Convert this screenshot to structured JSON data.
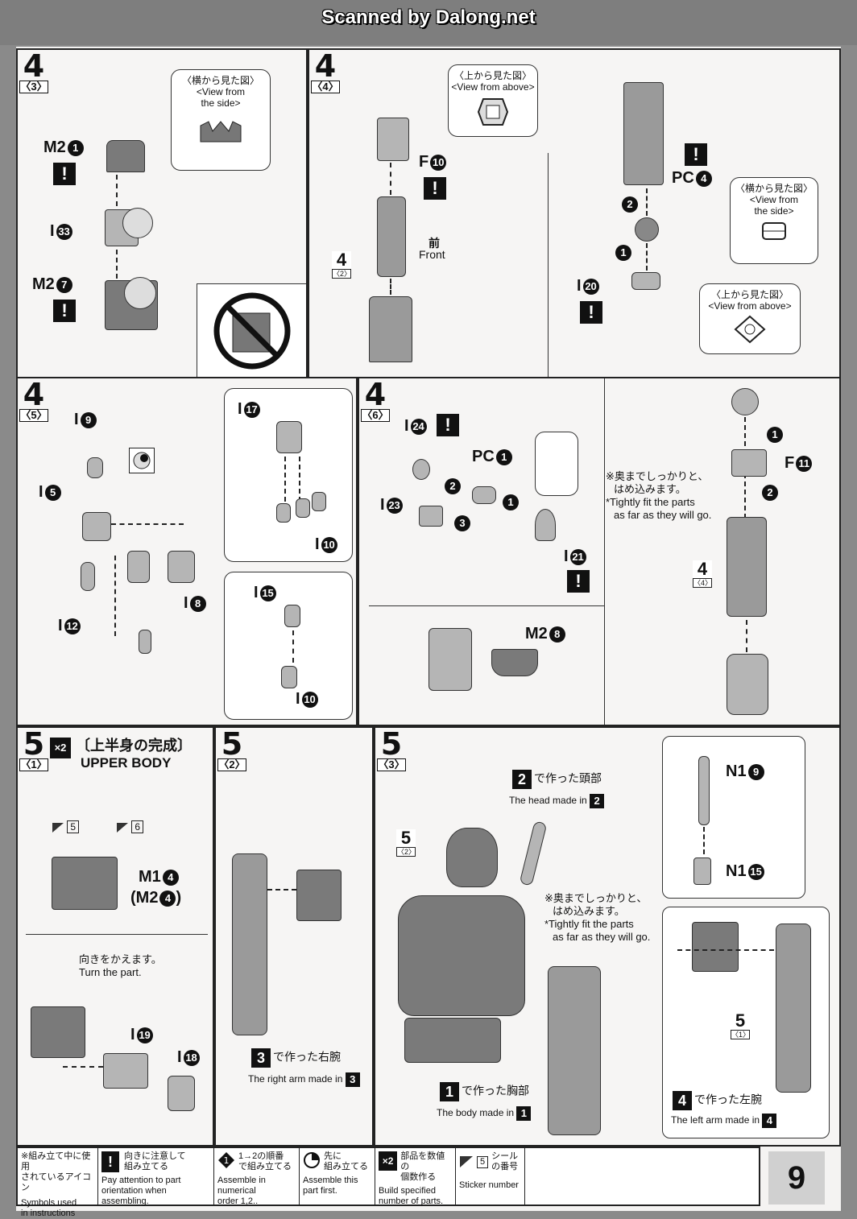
{
  "header": {
    "scan_credit": "Scanned by Dalong.net"
  },
  "p43": {
    "step": "4",
    "sub": "〈3〉",
    "view_side_jp": "〈横から見た図〉",
    "view_side_en1": "<View from",
    "view_side_en2": "the side>",
    "parts": {
      "m2a": "M2",
      "m2a_n": "1",
      "i33": "I",
      "i33_n": "33",
      "m2b": "M2",
      "m2b_n": "7"
    }
  },
  "p44": {
    "step": "4",
    "sub": "〈4〉",
    "view_above_jp": "〈上から見た図〉",
    "view_above_en": "<View from above>",
    "f10": "F",
    "f10_n": "10",
    "front_jp": "前",
    "front_en": "Front",
    "ref_n": "4",
    "ref_sub": "〈2〉",
    "pc4": "PC",
    "pc4_n": "4",
    "i20": "I",
    "i20_n": "20",
    "arrow1": "1",
    "arrow2": "2",
    "side_jp": "〈横から見た図〉",
    "side_en1": "<View from",
    "side_en2": "the side>",
    "above_jp": "〈上から見た図〉",
    "above_en": "<View from above>"
  },
  "p45": {
    "step": "4",
    "sub": "〈5〉",
    "i9": "I",
    "i9_n": "9",
    "i5": "I",
    "i5_n": "5",
    "i12": "I",
    "i12_n": "12",
    "i8": "I",
    "i8_n": "8",
    "i17": "I",
    "i17_n": "17",
    "i10a": "I",
    "i10a_n": "10",
    "i15": "I",
    "i15_n": "15",
    "i10b": "I",
    "i10b_n": "10"
  },
  "p46": {
    "step": "4",
    "sub": "〈6〉",
    "i24": "I",
    "i24_n": "24",
    "pc1": "PC",
    "pc1_n": "1",
    "i23": "I",
    "i23_n": "23",
    "i21": "I",
    "i21_n": "21",
    "m28": "M2",
    "m28_n": "8",
    "f11": "F",
    "f11_n": "11",
    "note_jp1": "※奥までしっかりと、",
    "note_jp2": "はめ込みます。",
    "note_en1": "*Tightly fit the parts",
    "note_en2": "as far as they will go.",
    "ref_n": "4",
    "ref_sub": "〈4〉",
    "a1": "1",
    "a2": "2",
    "a3": "3"
  },
  "p51": {
    "step": "5",
    "sub": "〈1〉",
    "x2": "×2",
    "title_jp": "〔上半身の完成〕",
    "title_en": "UPPER BODY",
    "sticker5": "5",
    "sticker6": "6",
    "m14": "M1",
    "m14_n": "4",
    "m24": "(M2",
    "m24_n": "4",
    "m24_close": ")",
    "turn_jp": "向きをかえます。",
    "turn_en": "Turn the part.",
    "i19": "I",
    "i19_n": "19",
    "i18": "I",
    "i18_n": "18"
  },
  "p52": {
    "step": "5",
    "sub": "〈2〉",
    "made_n": "3",
    "made_jp": "で作った右腕",
    "made_en": "The right arm made in",
    "made_en_n": "3"
  },
  "p53": {
    "step": "5",
    "sub": "〈3〉",
    "head_n": "2",
    "head_jp": "で作った頭部",
    "head_en": "The head made in",
    "head_en_n": "2",
    "ref_n": "5",
    "ref_sub": "〈2〉",
    "note_jp1": "※奥までしっかりと、",
    "note_jp2": "はめ込みます。",
    "note_en1": "*Tightly fit the parts",
    "note_en2": "as far as they will go.",
    "n19": "N1",
    "n19_n": "9",
    "n115": "N1",
    "n115_n": "15",
    "body_n": "1",
    "body_jp": "で作った胸部",
    "body_en": "The body made in",
    "body_en_n": "1",
    "ref5_n": "5",
    "ref5_sub": "〈1〉",
    "left_n": "4",
    "left_jp": "で作った左腕",
    "left_en": "The left arm made in",
    "left_en_n": "4"
  },
  "legend": {
    "intro_jp1": "※組み立て中に使用",
    "intro_jp2": "されているアイコン",
    "intro_en1": "Symbols used",
    "intro_en2": "in instructions",
    "c1_jp1": "向きに注意して",
    "c1_jp2": "組み立てる",
    "c1_en1": "Pay attention to part",
    "c1_en2": "orientation when assembling.",
    "c2_jp1": "1→2の順番",
    "c2_jp2": "で組み立てる",
    "c2_en1": "Assemble in numerical",
    "c2_en2": "order 1,2..",
    "c3_jp1": "先に",
    "c3_jp2": "組み立てる",
    "c3_en1": "Assemble this",
    "c3_en2": "part first.",
    "c4_x": "×2",
    "c4_jp1": "部品を数値の",
    "c4_jp2": "個数作る",
    "c4_en1": "Build specified",
    "c4_en2": "number of parts.",
    "c5_n": "5",
    "c5_jp1": "シール",
    "c5_jp2": "の番号",
    "c5_en": "Sticker number"
  },
  "page_number": "9"
}
